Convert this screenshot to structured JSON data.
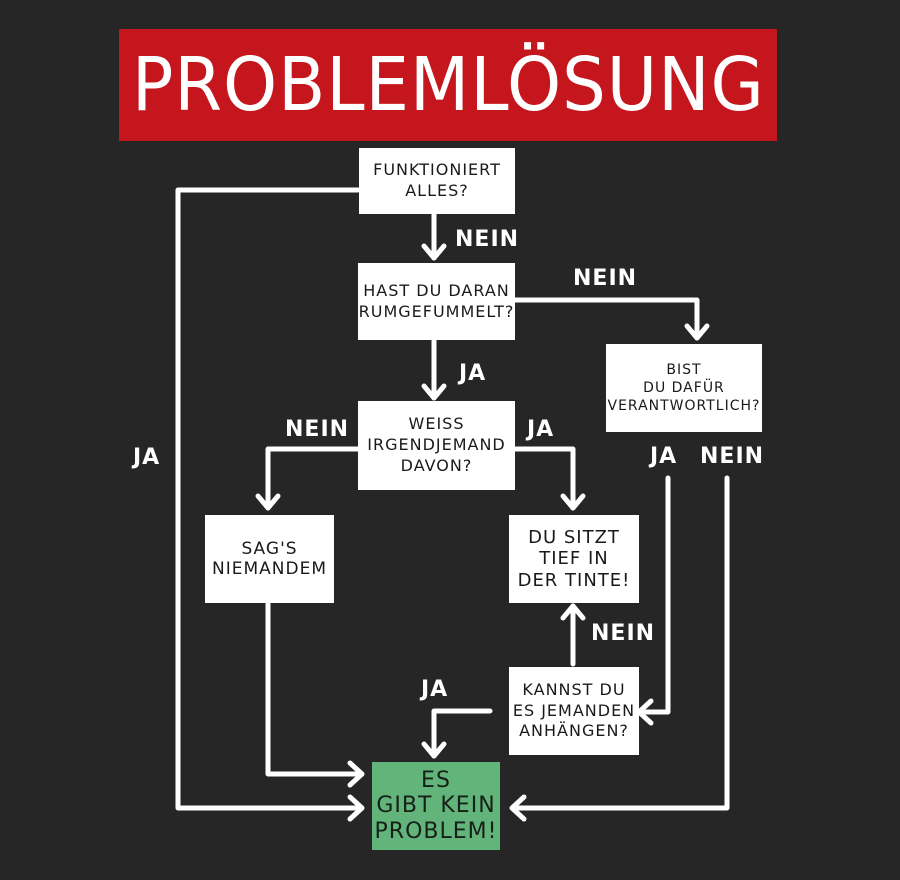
{
  "title": "PROBLEMLÖSUNG",
  "colors": {
    "background": "#262626",
    "banner": "#c4161c",
    "box": "#ffffff",
    "terminal": "#62b47a",
    "lines": "#ffffff"
  },
  "nodes": {
    "funktioniert": "FUNKTIONIERT\nALLES?",
    "rumgefummelt": "HAST DU DARAN\nRUMGEFUMMELT?",
    "verantwortlich": "BIST\nDU DAFÜR\nVERANTWORTLICH?",
    "weiss": "WEISS\nIRGENDJEMAND\nDAVON?",
    "sags": "SAG'S\nNIEMANDEM",
    "tinte": "DU SITZT\nTIEF IN\nDER TINTE!",
    "anhaengen": "KANNST DU\nES JEMANDEN\nANHÄNGEN?",
    "kein_problem": "ES\nGIBT KEIN\nPROBLEM!"
  },
  "labels": {
    "funktioniert_nein": "NEIN",
    "funktioniert_ja": "JA",
    "rumgefummelt_nein": "NEIN",
    "rumgefummelt_ja": "JA",
    "weiss_nein": "NEIN",
    "weiss_ja": "JA",
    "verantwortlich_ja": "JA",
    "verantwortlich_nein": "NEIN",
    "anhaengen_nein": "NEIN",
    "anhaengen_ja": "JA"
  },
  "edges": [
    {
      "from": "FUNKTIONIERT ALLES?",
      "to": "HAST DU DARAN RUMGEFUMMELT?",
      "label": "NEIN"
    },
    {
      "from": "FUNKTIONIERT ALLES?",
      "to": "ES GIBT KEIN PROBLEM!",
      "label": "JA"
    },
    {
      "from": "HAST DU DARAN RUMGEFUMMELT?",
      "to": "BIST DU DAFÜR VERANTWORTLICH?",
      "label": "NEIN"
    },
    {
      "from": "HAST DU DARAN RUMGEFUMMELT?",
      "to": "WEISS IRGENDJEMAND DAVON?",
      "label": "JA"
    },
    {
      "from": "WEISS IRGENDJEMAND DAVON?",
      "to": "SAG'S NIEMANDEM",
      "label": "NEIN"
    },
    {
      "from": "WEISS IRGENDJEMAND DAVON?",
      "to": "DU SITZT TIEF IN DER TINTE!",
      "label": "JA"
    },
    {
      "from": "BIST DU DAFÜR VERANTWORTLICH?",
      "to": "KANNST DU ES JEMANDEN ANHÄNGEN?",
      "label": "JA"
    },
    {
      "from": "BIST DU DAFÜR VERANTWORTLICH?",
      "to": "ES GIBT KEIN PROBLEM!",
      "label": "NEIN"
    },
    {
      "from": "KANNST DU ES JEMANDEN ANHÄNGEN?",
      "to": "DU SITZT TIEF IN DER TINTE!",
      "label": "NEIN"
    },
    {
      "from": "KANNST DU ES JEMANDEN ANHÄNGEN?",
      "to": "ES GIBT KEIN PROBLEM!",
      "label": "JA"
    },
    {
      "from": "SAG'S NIEMANDEM",
      "to": "ES GIBT KEIN PROBLEM!",
      "label": ""
    }
  ]
}
